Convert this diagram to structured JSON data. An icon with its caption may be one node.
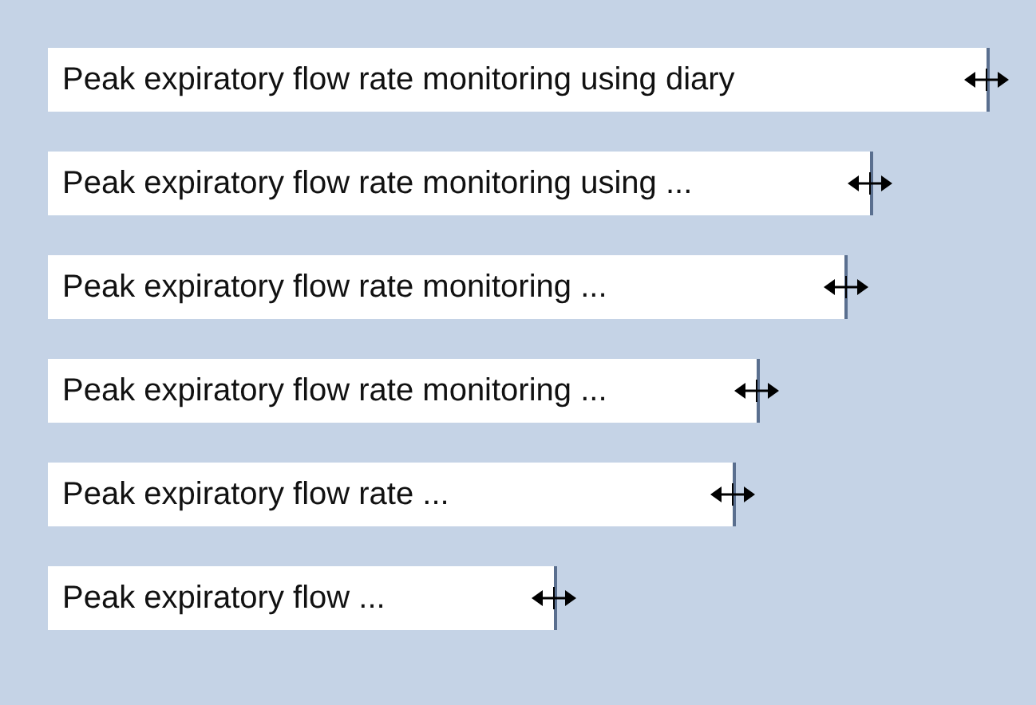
{
  "diagram": {
    "nodes": [
      {
        "text": [
          "Peak expiratory flow rate monitoring using diary"
        ]
      },
      {
        "text": [
          "Peak expiratory flow rate monitoring using ..."
        ]
      },
      {
        "text": [
          "Peak expiratory flow rate monitoring ..."
        ]
      },
      {
        "text": [
          "Peak expiratory flow rate monitoring ..."
        ]
      },
      {
        "text": [
          "Peak expiratory flow rate ..."
        ]
      },
      {
        "text": [
          "Peak expiratory flow ..."
        ]
      }
    ]
  }
}
